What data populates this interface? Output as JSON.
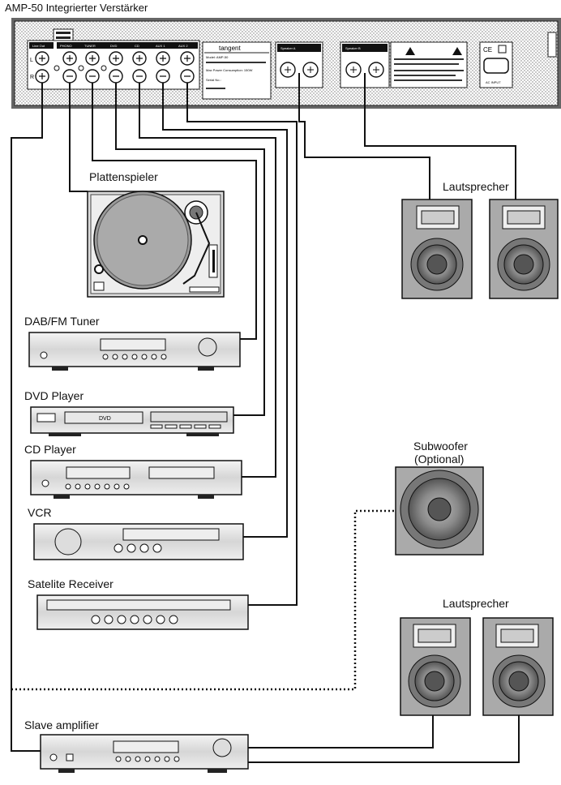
{
  "title": "AMP-50 Integrierter Verstärker",
  "amp_panel": {
    "brand": "tangent",
    "model_line": "Model: AMP-50",
    "input_labels": [
      "Line Out",
      "PHONO",
      "TUNER",
      "DVD",
      "CD",
      "AUX 1",
      "AUX 2"
    ],
    "speaker_terminal_a": "Speaker A",
    "speaker_terminal_b": "Speaker B",
    "rating_line": "Max Power Consumption: 150W",
    "serial_line": "Serial No.:",
    "mains_label": "AC INPUT",
    "ce_mark": "CE"
  },
  "devices": {
    "turntable": "Plattenspieler",
    "tuner": "DAB/FM Tuner",
    "dvd": "DVD Player",
    "dvd_tray_text": "DVD",
    "cd": "CD Player",
    "vcr": "VCR",
    "satellite": "Satelite Receiver",
    "slave_amp": "Slave amplifier"
  },
  "speakers": {
    "front_label": "Lautsprecher",
    "rear_label": "Lautsprecher",
    "sub_label_1": "Subwoofer",
    "sub_label_2": "(Optional)"
  }
}
